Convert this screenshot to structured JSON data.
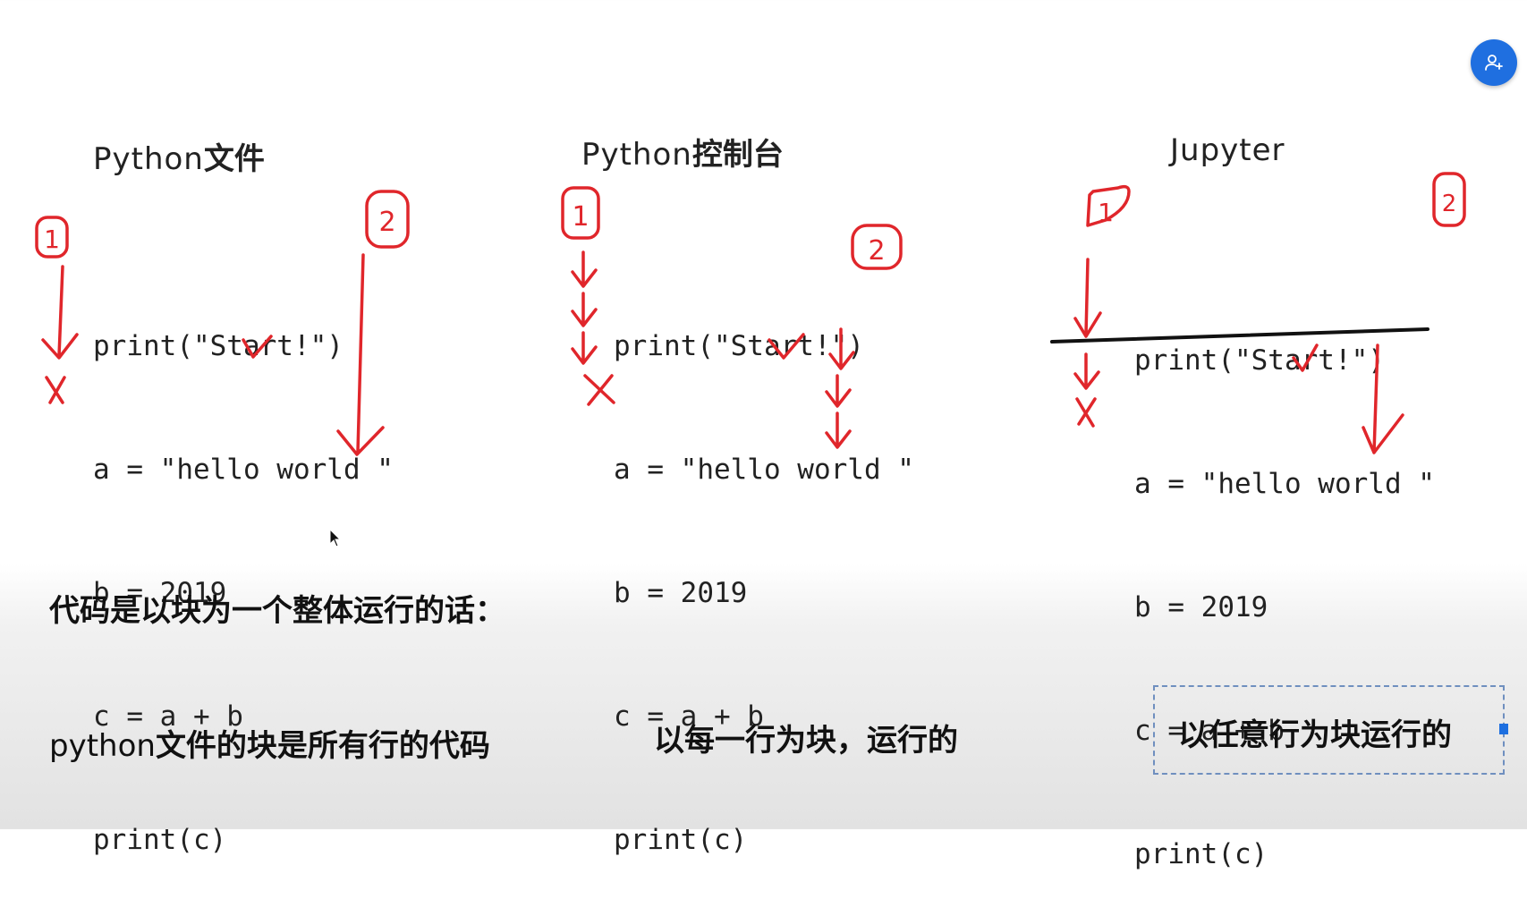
{
  "panels": [
    {
      "title_prefix": "Python",
      "title_cn": "文件",
      "code": [
        "print(\"Start!\")",
        "a = \"hello world \"",
        "b = 2019",
        "c = a + b",
        "print(c)"
      ]
    },
    {
      "title_prefix": "Python",
      "title_cn": "控制台",
      "code": [
        "print(\"Start!\")",
        "a = \"hello world \"",
        "b = 2019",
        "c = a + b",
        "print(c)"
      ]
    },
    {
      "title_prefix": "Jupyter",
      "title_cn": "",
      "code": [
        "print(\"Start!\")",
        "a = \"hello world \"",
        "b = 2019",
        "c = a + b",
        "print(c)"
      ]
    }
  ],
  "markers": {
    "one": "1",
    "two": "2"
  },
  "captions": {
    "heading": "代码是以块为一个整体运行的话：",
    "python_file_prefix": "python",
    "python_file_cn": "文件的块是所有行的代码",
    "console": "以每一行为块，运行的",
    "jupyter": "以任意行为块运行的"
  },
  "colors": {
    "ink_red": "#e0262b",
    "ink_black": "#111111",
    "avatar_blue": "#1f6fe0",
    "selection_blue": "#6f8fbf"
  },
  "icons": {
    "avatar": "user-plus-icon",
    "cursor": "mouse-pointer-icon"
  }
}
